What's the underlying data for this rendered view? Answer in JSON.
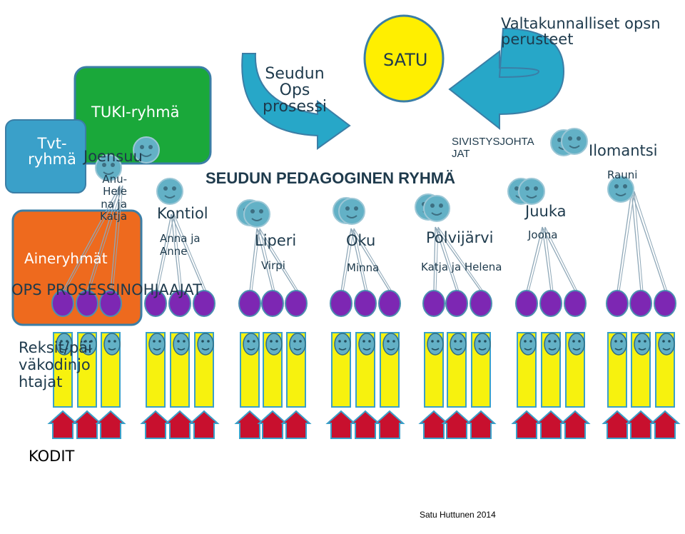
{
  "colors": {
    "tvt": "#3aa0c9",
    "tuki": "#1aa83a",
    "aine": "#ee6a1e",
    "satu": "#ffef00",
    "arrow": "#27a7c8",
    "member": "#7d27b3",
    "pillar": "#f7f20e",
    "house": "#c8102e",
    "face": "#63b1c6",
    "text_dark": "#1e3a4c"
  },
  "groups": {
    "tvt": "Tvt-\nryhmä",
    "tuki": "TUKI-ryhmä",
    "aineryhmat": "Aineryhmät",
    "ops_prosessinohjaajat": "OPS PROSESSINOHJAAJAT",
    "reksit": "Reksit/päi\nväkodinjo\nhtajat",
    "kodit": "KODIT"
  },
  "center": {
    "satu": "SATU",
    "seudun_ops": "Seudun\nOps\nprosessi",
    "valtakunnalliset": "Valtakunnalliset opsn\nperusteet",
    "sivistysjohtajat": "SIVISTYSJOHTA\nJAT",
    "pedagoginen": "SEUDUN PEDAGOGINEN RYHMÄ"
  },
  "municipalities": [
    {
      "name": "Joensuu",
      "person": "Anu-\nHele\nna ja\nKatja"
    },
    {
      "name": "Kontiol",
      "person": "Anna ja\nAnne"
    },
    {
      "name": "Liperi",
      "person": "Virpi"
    },
    {
      "name": "Oku",
      "person": "Minna"
    },
    {
      "name": "Polvijärvi",
      "person": "Katja ja Helena"
    },
    {
      "name": "Juuka",
      "person": "Joona"
    },
    {
      "name": "Ilomantsi",
      "person": "Rauni"
    }
  ],
  "footer": {
    "credit": "Satu Huttunen 2014"
  }
}
